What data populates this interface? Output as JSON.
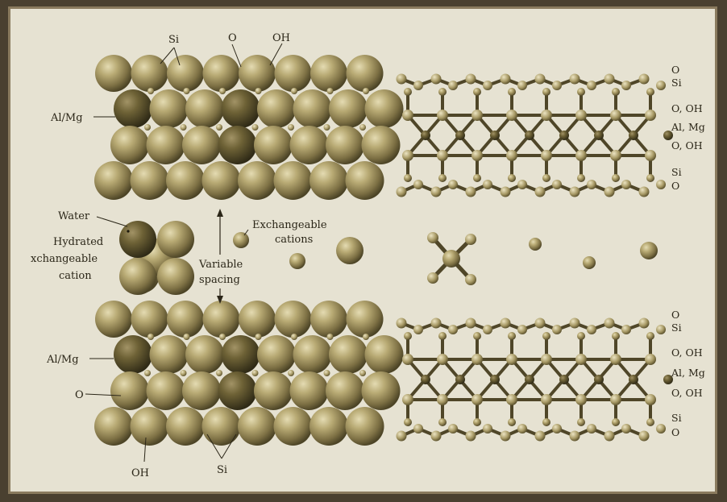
{
  "labels": {
    "si_top": "Si",
    "o_top": "O",
    "oh_top": "OH",
    "almg_top": "Al/Mg",
    "water": "Water",
    "hydrated_1": "Hydrated",
    "hydrated_2": "xchangeable",
    "hydrated_3": "cation",
    "exch_1": "Exchangeable",
    "exch_2": "cations",
    "var_1": "Variable",
    "var_2": "spacing",
    "almg_bottom": "Al/Mg",
    "o_bottom": "O",
    "oh_bottom": "OH",
    "si_bottom": "Si"
  },
  "right_labels_top": [
    "O",
    "Si",
    "O, OH",
    "Al, Mg",
    "O, OH",
    "Si",
    "O"
  ],
  "right_labels_bottom": [
    "O",
    "Si",
    "O, OH",
    "Al, Mg",
    "O, OH",
    "Si",
    "O"
  ],
  "colors": {
    "panel": "#e6e2d2",
    "sphere_light": "#c9bd8c",
    "sphere_mid": "#8e8152",
    "sphere_dark": "#4a4226",
    "bond": "#5a5030"
  }
}
